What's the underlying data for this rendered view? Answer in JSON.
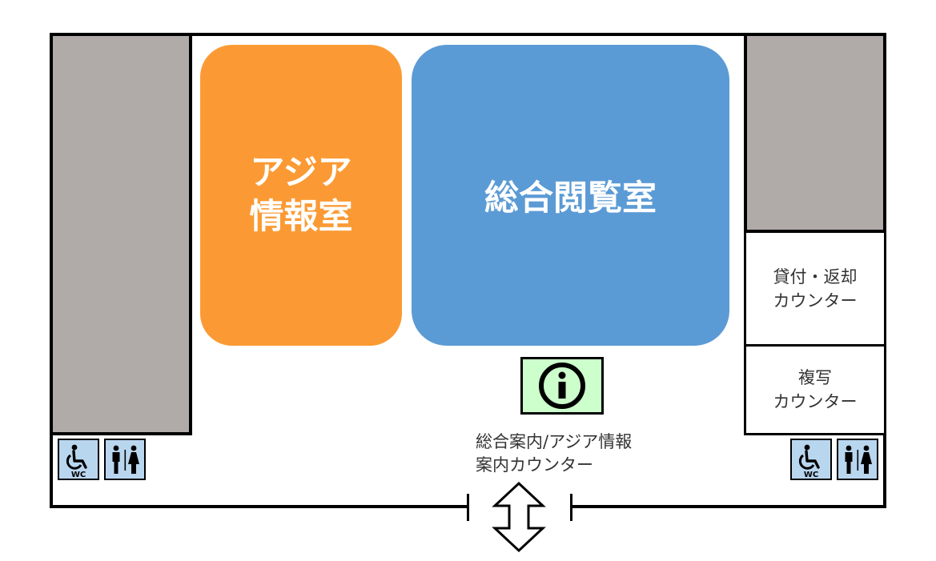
{
  "rooms": {
    "asia": {
      "line1": "アジア",
      "line2": "情報室",
      "color": "#fb9a34"
    },
    "general": {
      "label": "総合閲覧室",
      "color": "#5b9bd5"
    }
  },
  "counters": {
    "lending": {
      "line1": "貸付・返却",
      "line2": "カウンター"
    },
    "copy": {
      "line1": "複写",
      "line2": "カウンター"
    }
  },
  "info": {
    "icon": "info-icon",
    "line1": "総合案内/アジア情報",
    "line2": "案内カウンター",
    "color": "#ccffcc"
  },
  "restrooms": {
    "accessible_label": "WC",
    "icon_accessible": "wheelchair-icon",
    "icon_gender": "male-female-icon",
    "color": "#b9d6ef"
  },
  "colors": {
    "closed_area": "#b0aba9"
  },
  "entrance": {
    "icon": "double-arrow-icon"
  }
}
